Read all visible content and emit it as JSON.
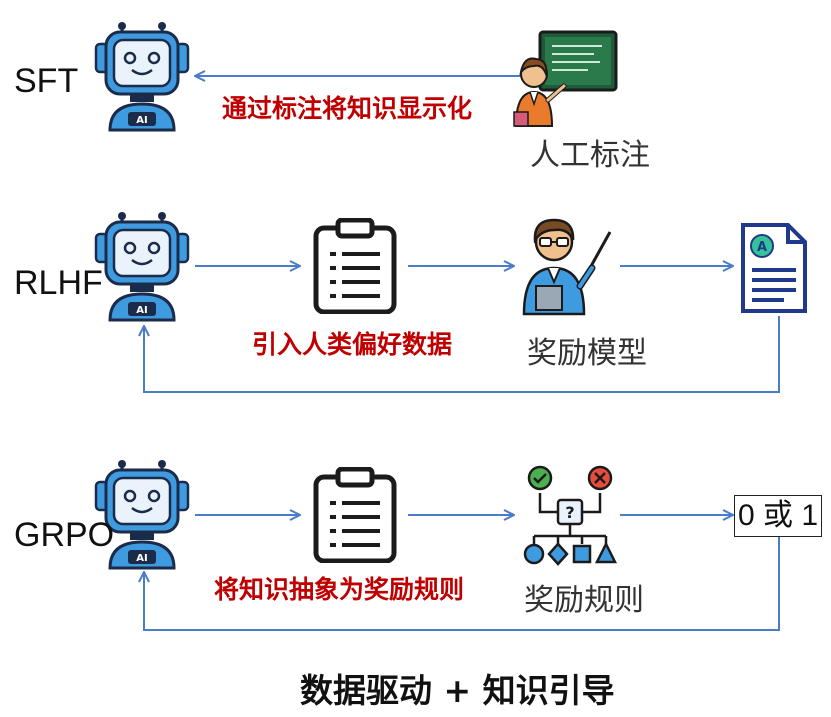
{
  "rows": {
    "sft": {
      "method": "SFT",
      "arrow_label": "通过标注将知识显示化",
      "source_label": "人工标注"
    },
    "rlhf": {
      "method": "RLHF",
      "arrow_label": "引入人类偏好数据",
      "reward_label": "奖励模型"
    },
    "grpo": {
      "method": "GRPO",
      "arrow_label": "将知识抽象为奖励规则",
      "reward_label": "奖励规则",
      "output": "0 或 1"
    }
  },
  "doc_icon_letter": "A",
  "robot_badge": "AI",
  "rules_icon_mark": "?",
  "footer": "数据驱动 + 知识引导",
  "colors": {
    "arrow": "#4a7cc7",
    "highlight": "#c00000",
    "robot_blue": "#3f9be0",
    "robot_dark": "#1b2b4a"
  }
}
